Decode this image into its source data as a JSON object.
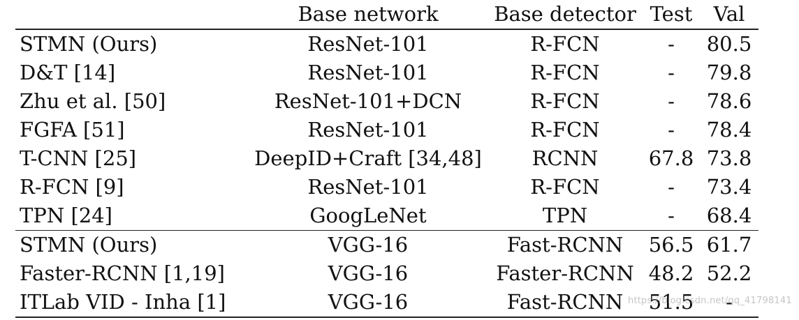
{
  "table": {
    "headers": [
      "",
      "Base network",
      "Base detector",
      "Test",
      "Val"
    ],
    "group1": [
      {
        "method": "STMN (Ours)",
        "net": "ResNet-101",
        "det": "R-FCN",
        "test": "-",
        "val": "80.5",
        "bold_test": false,
        "bold_val": true
      },
      {
        "method": "D&T [14]",
        "net": "ResNet-101",
        "det": "R-FCN",
        "test": "-",
        "val": "79.8",
        "bold_test": false,
        "bold_val": false
      },
      {
        "method": "Zhu et al. [50]",
        "net": "ResNet-101+DCN",
        "det": "R-FCN",
        "test": "-",
        "val": "78.6",
        "bold_test": false,
        "bold_val": false
      },
      {
        "method": "FGFA [51]",
        "net": "ResNet-101",
        "det": "R-FCN",
        "test": "-",
        "val": "78.4",
        "bold_test": false,
        "bold_val": false
      },
      {
        "method": "T-CNN [25]",
        "net": "DeepID+Craft [34,48]",
        "det": "RCNN",
        "test": "67.8",
        "val": "73.8",
        "bold_test": false,
        "bold_val": false
      },
      {
        "method": "R-FCN [9]",
        "net": "ResNet-101",
        "det": "R-FCN",
        "test": "-",
        "val": "73.4",
        "bold_test": false,
        "bold_val": false
      },
      {
        "method": "TPN [24]",
        "net": "GoogLeNet",
        "det": "TPN",
        "test": "-",
        "val": "68.4",
        "bold_test": false,
        "bold_val": false
      }
    ],
    "group2": [
      {
        "method": "STMN (Ours)",
        "net": "VGG-16",
        "det": "Fast-RCNN",
        "test": "56.5",
        "val": "61.7",
        "bold_test": true,
        "bold_val": true
      },
      {
        "method": "Faster-RCNN [1,19]",
        "net": "VGG-16",
        "det": "Faster-RCNN",
        "test": "48.2",
        "val": "52.2",
        "bold_test": false,
        "bold_val": false
      },
      {
        "method": "ITLab VID - Inha [1]",
        "net": "VGG-16",
        "det": "Fast-RCNN",
        "test": "51.5",
        "val": "-",
        "bold_test": false,
        "bold_val": false
      }
    ]
  },
  "watermark": "https://blog.csdn.net/qq_41798141"
}
